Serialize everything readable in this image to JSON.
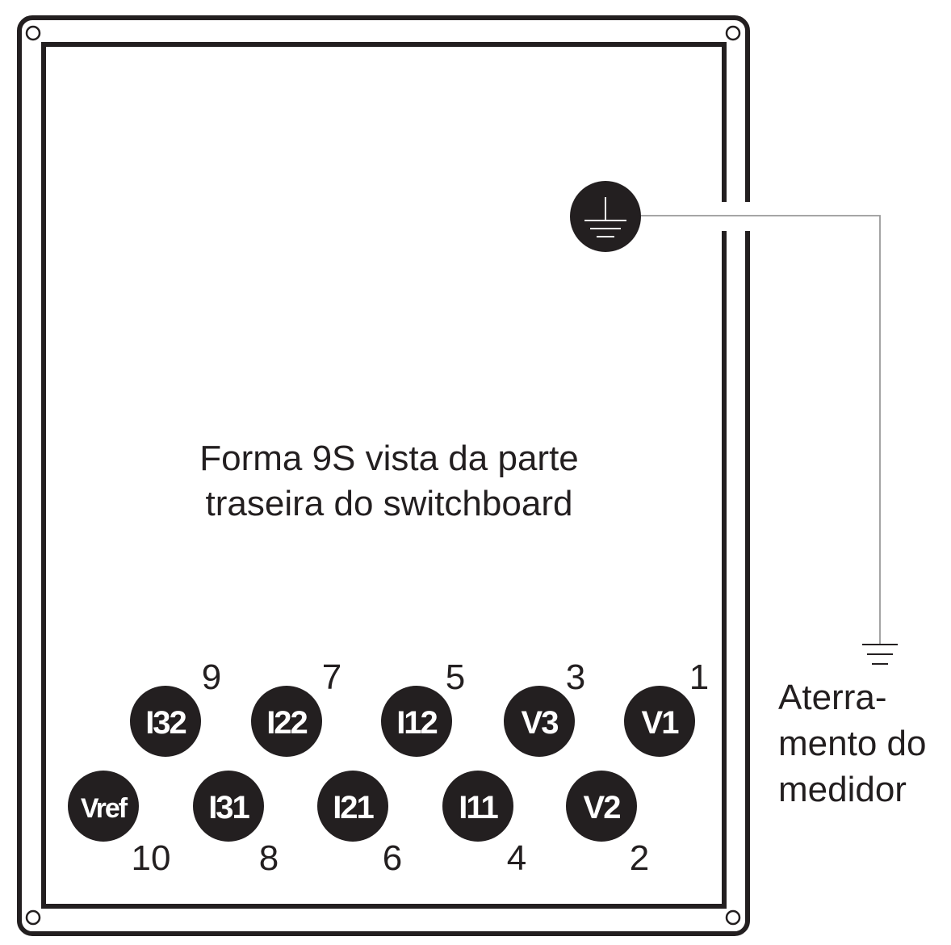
{
  "title_lines": [
    "Forma 9S vista da parte",
    "traseira do switchboard"
  ],
  "ground_label_lines": [
    "Aterra-",
    "mento do",
    "medidor"
  ],
  "terminals": [
    {
      "label": "V1",
      "number": "1"
    },
    {
      "label": "V2",
      "number": "2"
    },
    {
      "label": "V3",
      "number": "3"
    },
    {
      "label": "I11",
      "number": "4"
    },
    {
      "label": "I12",
      "number": "5"
    },
    {
      "label": "I21",
      "number": "6"
    },
    {
      "label": "I22",
      "number": "7"
    },
    {
      "label": "I31",
      "number": "8"
    },
    {
      "label": "I32",
      "number": "9"
    },
    {
      "label": "Vref",
      "number": "10"
    }
  ],
  "colors": {
    "ink": "#231f20",
    "wire": "#9a9a9a",
    "background": "#ffffff"
  },
  "icons": {
    "chassis_ground": "ground-symbol-icon",
    "earth_ground": "earth-ground-icon"
  }
}
